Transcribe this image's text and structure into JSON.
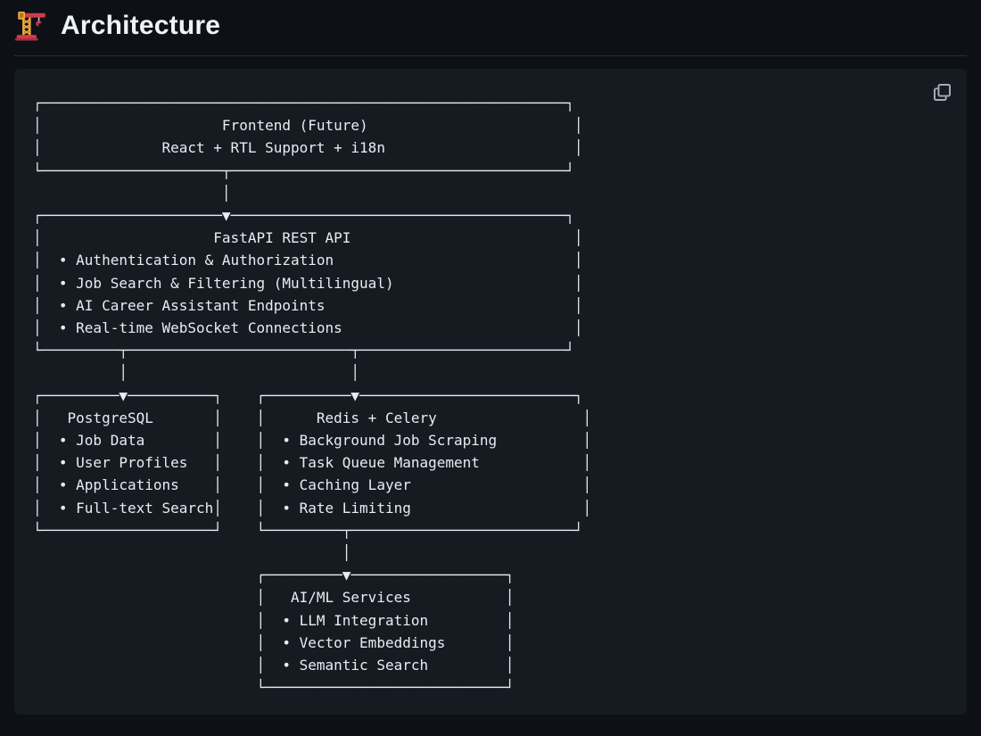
{
  "header": {
    "title": "Architecture",
    "icon": "building-construction-emoji"
  },
  "colors": {
    "page_bg": "#0d1117",
    "code_block_bg": "#161b22",
    "diagram_text": "#e6edf3",
    "heading_text": "#eef3f8",
    "divider": "#262c33",
    "copy_icon": "#a5adb6",
    "emoji_gold": "#f2a93b",
    "emoji_red": "#d43a4b"
  },
  "code_block": {
    "copy_icon": "overlapping-squares-copy-icon",
    "ascii_lines": [
      "┌─────────────────────────────────────────────────────────────┐",
      "│                     Frontend (Future)                        │",
      "│              React + RTL Support + i18n                      │",
      "└─────────────────────┬───────────────────────────────────────┘",
      "                      │",
      "┌─────────────────────▼───────────────────────────────────────┐",
      "│                    FastAPI REST API                          │",
      "│  • Authentication & Authorization                            │",
      "│  • Job Search & Filtering (Multilingual)                     │",
      "│  • AI Career Assistant Endpoints                             │",
      "│  • Real-time WebSocket Connections                           │",
      "└─────────┬──────────────────────────┬────────────────────────┘",
      "          │                          │",
      "┌─────────▼──────────┐    ┌──────────▼─────────────────────────┐",
      "│   PostgreSQL       │    │      Redis + Celery                 │",
      "│  • Job Data        │    │  • Background Job Scraping          │",
      "│  • User Profiles   │    │  • Task Queue Management            │",
      "│  • Applications    │    │  • Caching Layer                    │",
      "│  • Full-text Search│    │  • Rate Limiting                    │",
      "└────────────────────┘    └─────────┬──────────────────────────┘",
      "                                    │",
      "                          ┌─────────▼──────────────────┐",
      "                          │   AI/ML Services           │",
      "                          │  • LLM Integration         │",
      "                          │  • Vector Embeddings       │",
      "                          │  • Semantic Search         │",
      "                          └────────────────────────────┘"
    ]
  },
  "diagram": {
    "boxes": [
      {
        "id": "frontend",
        "title": "Frontend (Future)",
        "subtitle": "React + RTL Support + i18n",
        "items": []
      },
      {
        "id": "api",
        "title": "FastAPI REST API",
        "items": [
          "Authentication & Authorization",
          "Job Search & Filtering (Multilingual)",
          "AI Career Assistant Endpoints",
          "Real-time WebSocket Connections"
        ]
      },
      {
        "id": "postgresql",
        "title": "PostgreSQL",
        "items": [
          "Job Data",
          "User Profiles",
          "Applications",
          "Full-text Search"
        ]
      },
      {
        "id": "redis",
        "title": "Redis + Celery",
        "items": [
          "Background Job Scraping",
          "Task Queue Management",
          "Caching Layer",
          "Rate Limiting"
        ]
      },
      {
        "id": "aiml",
        "title": "AI/ML Services",
        "items": [
          "LLM Integration",
          "Vector Embeddings",
          "Semantic Search"
        ]
      }
    ],
    "edges": [
      "frontend -> api",
      "api -> postgresql",
      "api -> redis",
      "redis -> aiml"
    ]
  }
}
